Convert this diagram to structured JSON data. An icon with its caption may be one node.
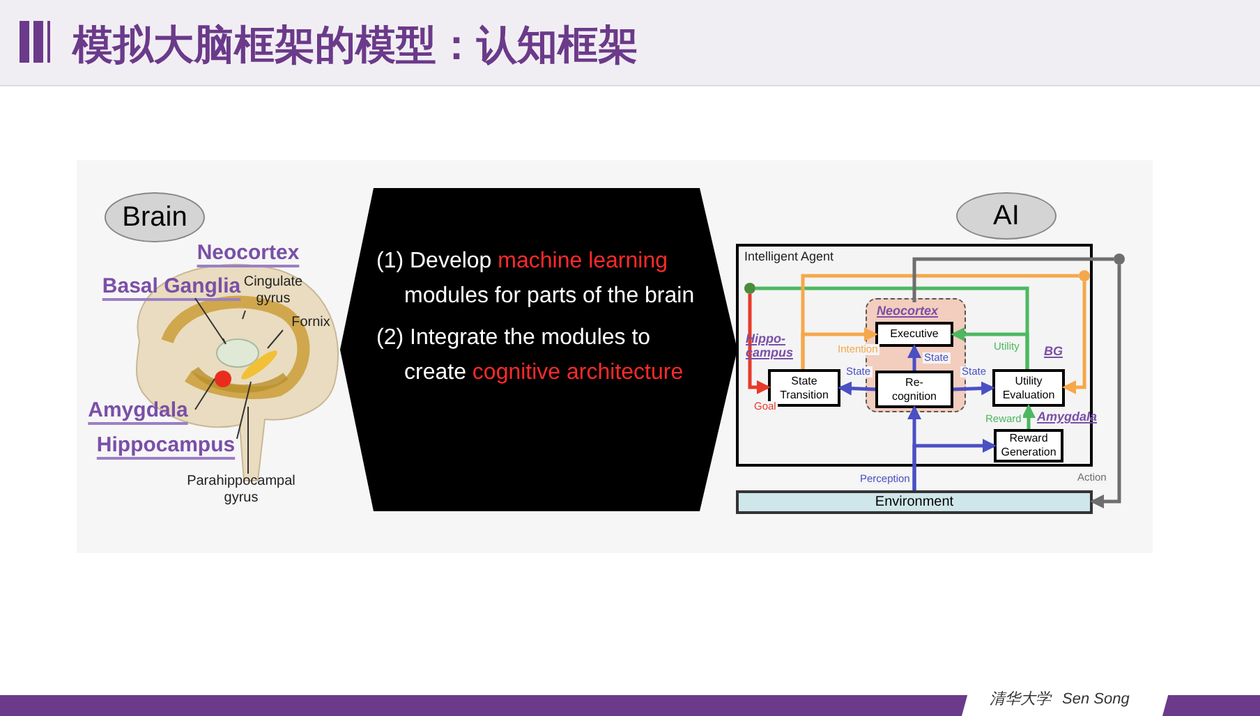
{
  "diagram": {
    "title": "模拟大脑框架的模型：认知框架",
    "nodes": [
      {
        "text": [
          "Brain"
        ]
      },
      {
        "text": [
          "Neocortex"
        ]
      },
      {
        "text": [
          "Basal Ganglia"
        ]
      },
      {
        "text": [
          "Cingulate gyrus"
        ]
      },
      {
        "text": [
          "Fornix"
        ]
      },
      {
        "text": [
          "Amygdala"
        ]
      },
      {
        "text": [
          "Hippocampus"
        ]
      },
      {
        "text": [
          "Parahippocampal gyrus"
        ]
      },
      {
        "text": [],
        "shape": "ellipse"
      },
      {
        "text": [],
        "shape": "circle"
      },
      {
        "text": [],
        "shape": "ellipse"
      },
      {
        "text": [
          "(1) Develop **machine learning** modules for parts of the brain",
          "(2) Integrate the modules to create **cognitive architecture**"
        ]
      },
      {
        "text": [
          "AI"
        ]
      },
      {
        "text": [
          "Intelligent Agent"
        ]
      },
      {
        "text": [
          "Neocortex"
        ],
        "in": 13
      },
      {
        "text": [
          "Executive"
        ],
        "in": 14
      },
      {
        "text": [
          "Re-cognition"
        ],
        "in": 14
      },
      {
        "text": [
          "State Transition"
        ],
        "in": 13,
        "beside": [
          "Hippo-campus"
        ]
      },
      {
        "text": [
          "Utility Evaluation"
        ],
        "in": 13,
        "beside": [
          "BG"
        ]
      },
      {
        "text": [
          "Reward Generation"
        ],
        "in": 13,
        "beside": [
          "Amygdala"
        ]
      },
      {
        "text": [
          "Environment"
        ]
      },
      {
        "text": [],
        "shape": "circle",
        "in": 13
      },
      {
        "text": [],
        "shape": "circle",
        "in": 13
      },
      {
        "text": [],
        "shape": "circle"
      }
    ],
    "edges": [
      {
        "from": 16,
        "to": 15,
        "arrow": "to",
        "label": "State",
        "color": "#4a4fc4"
      },
      {
        "from": 16,
        "to": 17,
        "arrow": "to",
        "label": "State",
        "color": "#4a4fc4"
      },
      {
        "from": 16,
        "to": 18,
        "arrow": "to",
        "label": "State",
        "color": "#4a4fc4"
      },
      {
        "from": 20,
        "to": 16,
        "arrow": "to",
        "label": "Perception",
        "color": "#4a4fc4"
      },
      {
        "from": 20,
        "to": 19,
        "arrow": "to",
        "color": "#4a4fc4"
      },
      {
        "from": 19,
        "to": 18,
        "arrow": "to",
        "label": "Reward",
        "color": "#4cb860"
      },
      {
        "from": 18,
        "to": 15,
        "arrow": "to",
        "label": "Utility",
        "color": "#4cb860"
      },
      {
        "from": 18,
        "to": 21,
        "arrow": "none",
        "color": "#4cb860"
      },
      {
        "from": 21,
        "to": 17,
        "arrow": "to",
        "label": "Goal",
        "color": "#e8392b"
      },
      {
        "from": 17,
        "to": 22,
        "arrow": "none",
        "color": "#f5a84a"
      },
      {
        "from": 22,
        "to": 18,
        "arrow": "to",
        "color": "#f5a84a"
      },
      {
        "from": 17,
        "to": 15,
        "arrow": "to",
        "label": "Intention",
        "color": "#f5a84a"
      },
      {
        "from": 15,
        "to": 23,
        "arrow": "none",
        "color": "#6e6e6e"
      },
      {
        "from": 23,
        "to": 20,
        "arrow": "to",
        "label": "Action",
        "color": "#6e6e6e"
      },
      {
        "from": 2,
        "to": 8,
        "arrow": "none"
      },
      {
        "from": 3,
        "to": null,
        "arrow": "none"
      },
      {
        "from": 4,
        "to": 10,
        "arrow": "none"
      },
      {
        "from": 5,
        "to": 9,
        "arrow": "none"
      },
      {
        "from": 6,
        "to": 10,
        "arrow": "none"
      },
      {
        "from": 7,
        "to": null,
        "arrow": "none"
      }
    ],
    "labels": [
      "清华大学",
      "Sen Song"
    ]
  }
}
